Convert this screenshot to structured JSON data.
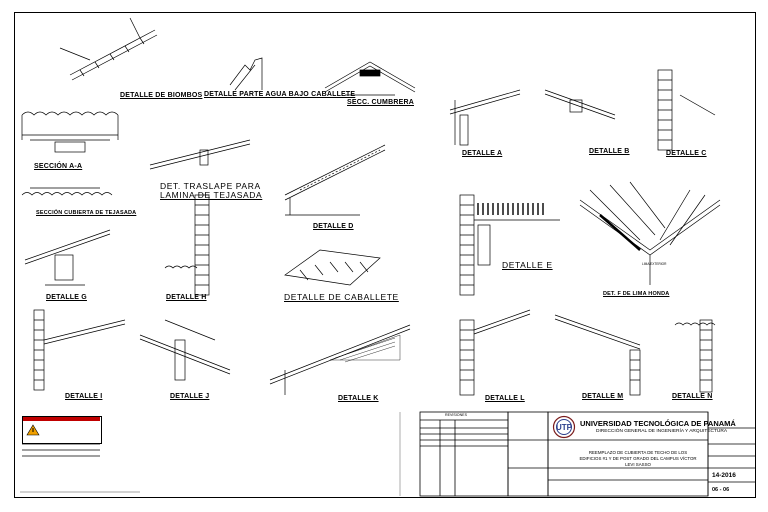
{
  "details": {
    "biombos": "DETALLE DE BIOMBOS",
    "parte_agua": "DETALLE PARTE AGUA BAJO CABALLETE",
    "sec_cumbrera": "SECC. CUMBRERA",
    "detalle_a": "DETALLE A",
    "detalle_b": "DETALLE B",
    "detalle_c": "DETALLE C",
    "seccion_aa": "SECCIÓN A-A",
    "traslape_1": "DET. TRASLAPE PARA",
    "traslape_2": "LAMINA DE TEJASADA",
    "detalle_d": "DETALLE D",
    "cubierta_tejasada": "SECCIÓN CUBIERTA DE TEJASADA",
    "detalle_e": "DETALLE E",
    "detalle_g": "DETALLE G",
    "detalle_h": "DETALLE H",
    "caballete": "DETALLE DE CABALLETE",
    "lima_honda": "DET. F DE LIMA HONDA",
    "detalle_i": "DETALLE I",
    "detalle_j": "DETALLE J",
    "detalle_k": "DETALLE K",
    "detalle_l": "DETALLE L",
    "detalle_m": "DETALLE M",
    "detalle_n": "DETALLE N",
    "lima_exterior": "LIMA EXTERIOR"
  },
  "title_block": {
    "revisiones": "REVISIONES",
    "university": "UNIVERSIDAD TECNOLÓGICA DE PANAMÁ",
    "direction": "DIRECCIÓN GENERAL DE INGENIERÍA Y ARQUITECTURA",
    "project_line1": "REEMPLAZO DE CUBIERTA DE TECHO DE LOS",
    "project_line2": "EDIFICIOS #1 Y DE POST GRADO DEL CAMPUS VÍCTOR LEVI SASSO",
    "logo_text": "UTP",
    "sheet_number": "14-2016",
    "sheet_page": "06  -  06"
  }
}
